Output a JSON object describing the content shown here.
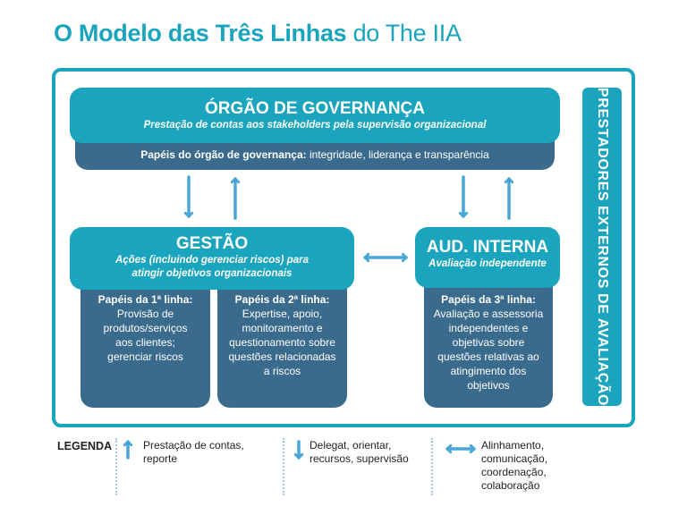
{
  "title": {
    "bold": "O Modelo das Três Linhas",
    "light": "do The IIA"
  },
  "governance": {
    "title": "ÓRGÃO DE GOVERNANÇA",
    "subtitle": "Prestação de contas aos stakeholders pela supervisão organizacional",
    "roles_label": "Papéis do órgão de governança:",
    "roles_text": " integridade, liderança e transparência"
  },
  "management": {
    "title": "GESTÃO",
    "subtitle_line1": "Ações (incluindo gerenciar riscos) para",
    "subtitle_line2": "atingir objetivos organizacionais"
  },
  "internal_audit": {
    "title": "AUD. INTERNA",
    "subtitle": "Avaliação independente"
  },
  "first_line": {
    "title": "Papéis da 1ª linha:",
    "lines": [
      "Provisão de",
      "produtos/serviços",
      "aos clientes;",
      "gerenciar riscos"
    ]
  },
  "second_line": {
    "title": "Papéis da 2ª linha:",
    "lines": [
      "Expertise, apoio,",
      "monitoramento e",
      "questionamento sobre",
      "questões relacionadas",
      "a riscos"
    ]
  },
  "third_line": {
    "title": "Papéis da 3ª linha:",
    "lines": [
      "Avaliação e assessoria",
      "independentes e",
      "objetivas sobre",
      "questões relativas ao",
      "atingimento dos",
      "objetivos"
    ]
  },
  "external": {
    "label": "PRESTADORES EXTERNOS DE AVALIAÇÃO"
  },
  "legend": {
    "title": "LEGENDA",
    "up": {
      "line1": "Prestação de contas,",
      "line2": "reporte"
    },
    "down": {
      "line1": "Delegat, orientar,",
      "line2": "recursos, supervisão"
    },
    "both": {
      "line1": "Alinhamento,",
      "line2": "comunicação,",
      "line3": "coordenação,",
      "line4": "colaboração"
    }
  },
  "colors": {
    "teal": "#1aa4bd",
    "dark_blue": "#3a6b8d",
    "arrow_blue": "#4ba6d8"
  }
}
